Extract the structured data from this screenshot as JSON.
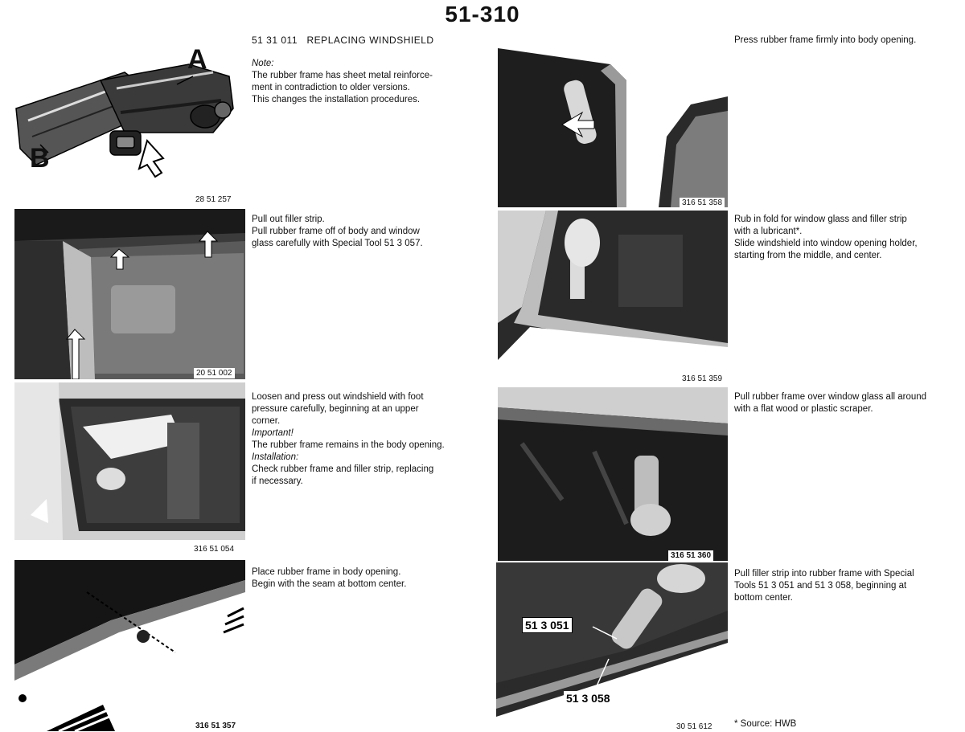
{
  "page_number": "51-310",
  "header": {
    "code": "51 31 011",
    "title": "REPLACING WINDSHIELD"
  },
  "intro": {
    "note_label": "Note:",
    "note_lines": [
      "The rubber frame has sheet metal reinforce-",
      "ment in contradiction to older versions.",
      "This changes the installation procedures."
    ]
  },
  "left_steps": [
    {
      "figure": "28 51 257",
      "callouts": [
        "A",
        "B"
      ]
    },
    {
      "figure": "20 51 002",
      "lines": [
        "Pull out filler strip.",
        "Pull rubber frame off of body and window",
        "glass carefully with Special Tool 51 3 057."
      ]
    },
    {
      "figure": "316 51 054",
      "lines": [
        "Loosen and press out windshield with foot",
        "pressure carefully, beginning at an upper",
        "corner."
      ],
      "important_label": "Important!",
      "important_line": "The rubber frame remains in the body opening.",
      "installation_label": "Installation:",
      "installation_lines": [
        "Check rubber frame and filler strip, replacing",
        "if necessary."
      ]
    },
    {
      "figure": "316 51 357",
      "lines": [
        "Place rubber frame in body opening.",
        "Begin with the seam at bottom center."
      ]
    }
  ],
  "right_steps": [
    {
      "figure": "316 51 358",
      "lines": [
        "Press rubber frame firmly into body opening."
      ]
    },
    {
      "figure": "316 51 359",
      "lines": [
        "Rub in fold for window glass and filler strip",
        "with a lubricant*.",
        "Slide windshield into window opening holder,",
        "starting from the middle, and center."
      ]
    },
    {
      "figure": "316 51 360",
      "lines": [
        "Pull rubber frame over window glass all around",
        "with a flat wood or plastic scraper."
      ]
    },
    {
      "figure": "30 51 612",
      "tool_labels": [
        "51 3 051",
        "51 3 058"
      ],
      "lines": [
        "Pull filler strip into rubber frame with Special",
        "Tools 51 3 051 and 51 3 058, beginning at",
        "bottom center."
      ]
    }
  ],
  "footnote": "* Source: HWB",
  "colors": {
    "ink": "#111111",
    "photo_dark": "#2a2a2a",
    "photo_mid": "#8a8a8a",
    "paper": "#ffffff"
  }
}
